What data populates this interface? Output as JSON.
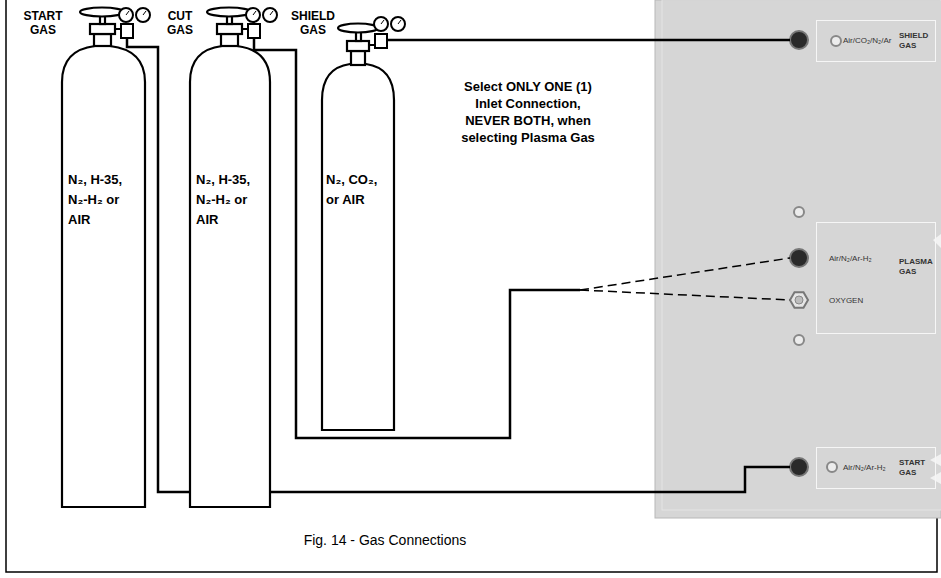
{
  "diagram": {
    "caption": "Fig. 14 - Gas Connections",
    "nodes": [
      {
        "text": [
          "START GAS",
          "N₂, H-35, N₂-H₂ or AIR"
        ]
      },
      {
        "text": [
          "CUT GAS",
          "N₂, H-35, N₂-H₂ or AIR"
        ]
      },
      {
        "text": [
          "SHIELD GAS",
          "N₂, CO₂, or AIR"
        ]
      },
      {
        "text": [
          "Air/CO₂/N₂/Ar",
          "SHIELD GAS"
        ]
      },
      {
        "text": [
          "Air/N₂/Ar-H₂",
          "OXYGEN",
          "PLASMA GAS"
        ]
      },
      {
        "text": [
          "Air/N₂/Ar-H₂",
          "START GAS"
        ]
      }
    ],
    "edges": [
      {
        "from": 0,
        "to": 5,
        "arrow": "none"
      },
      {
        "from": 1,
        "to": 4,
        "arrow": "none"
      },
      {
        "from": 2,
        "to": 3,
        "arrow": "none"
      }
    ],
    "labels": [
      "Select ONLY ONE (1) Inlet Connection, NEVER BOTH, when selecting Plasma Gas"
    ]
  }
}
